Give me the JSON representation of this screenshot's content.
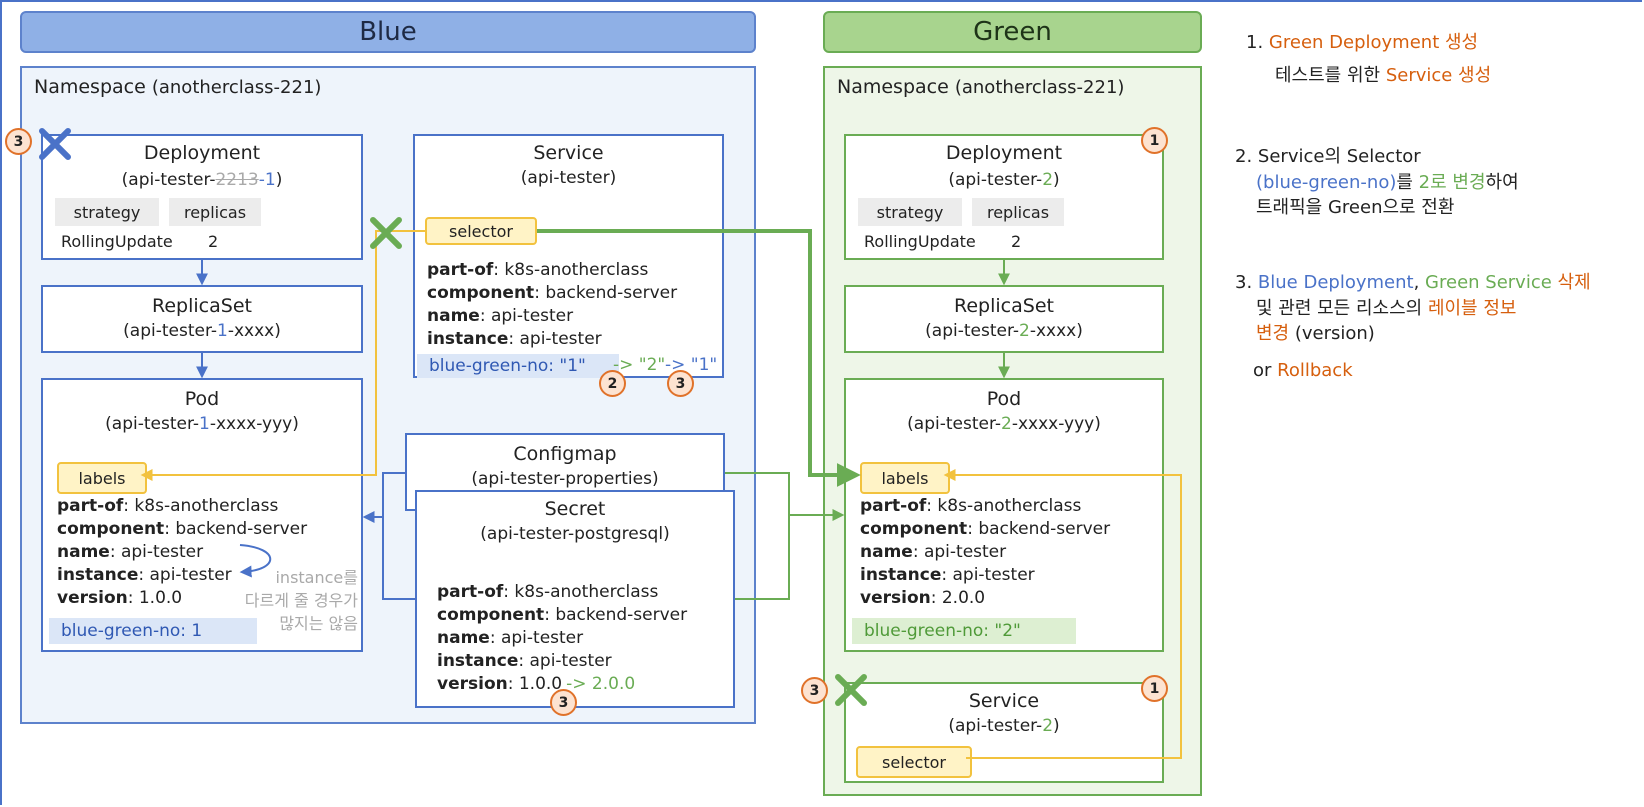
{
  "headers": {
    "blue": "Blue",
    "green": "Green"
  },
  "namespace": {
    "label": "Namespace",
    "name": "(anotherclass-221)"
  },
  "blue": {
    "deployment": {
      "title": "Deployment",
      "name_prefix": "(api-tester-",
      "name_old": "2213",
      "name_new": "-1",
      "name_suffix": ")",
      "strategy_label": "strategy",
      "replicas_label": "replicas",
      "strategy_value": "RollingUpdate",
      "replicas_value": "2"
    },
    "replicaset": {
      "title": "ReplicaSet",
      "name_prefix": "(api-tester-",
      "name_num": "1",
      "name_suffix": "-xxxx)"
    },
    "pod": {
      "title": "Pod",
      "name_prefix": "(api-tester-",
      "name_num": "1",
      "name_suffix": "-xxxx-yyy)",
      "labels_tag": "labels",
      "kv": [
        {
          "k": "part-of",
          "v": ": k8s-anotherclass"
        },
        {
          "k": "component",
          "v": ": backend-server"
        },
        {
          "k": "name",
          "v": ": api-tester"
        },
        {
          "k": "instance",
          "v": ": api-tester"
        },
        {
          "k": "version",
          "v": ": 1.0.0"
        }
      ],
      "blue_green": "blue-green-no:  1",
      "note_lines": [
        "instance를",
        "다르게 줄 경우가",
        "많지는 않음"
      ]
    },
    "service": {
      "title": "Service",
      "name": "(api-tester)",
      "selector_tag": "selector",
      "kv": [
        {
          "k": "part-of",
          "v": ": k8s-anotherclass"
        },
        {
          "k": "component",
          "v": ": backend-server"
        },
        {
          "k": "name",
          "v": ": api-tester"
        },
        {
          "k": "instance",
          "v": ": api-tester"
        }
      ],
      "blue_green": "blue-green-no: \"1\"",
      "change_to_2": "-> \"2\"",
      "change_to_1": "-> \"1\""
    },
    "configmap": {
      "title": "Configmap",
      "name": "(api-tester-properties)"
    },
    "secret": {
      "title": "Secret",
      "name": "(api-tester-postgresql)",
      "kv": [
        {
          "k": "part-of",
          "v": ": k8s-anotherclass"
        },
        {
          "k": "component",
          "v": ": backend-server"
        },
        {
          "k": "name",
          "v": ": api-tester"
        },
        {
          "k": "instance",
          "v": ": api-tester"
        },
        {
          "k": "version",
          "v": ": 1.0.0"
        }
      ],
      "version_change": "-> 2.0.0"
    }
  },
  "green": {
    "deployment": {
      "title": "Deployment",
      "name_prefix": "(api-tester-",
      "name_num": "2",
      "name_suffix": ")",
      "strategy_label": "strategy",
      "replicas_label": "replicas",
      "strategy_value": "RollingUpdate",
      "replicas_value": "2"
    },
    "replicaset": {
      "title": "ReplicaSet",
      "name_prefix": "(api-tester-",
      "name_num": "2",
      "name_suffix": "-xxxx)"
    },
    "pod": {
      "title": "Pod",
      "name_prefix": "(api-tester-",
      "name_num": "2",
      "name_suffix": "-xxxx-yyy)",
      "labels_tag": "labels",
      "kv": [
        {
          "k": "part-of",
          "v": ": k8s-anotherclass"
        },
        {
          "k": "component",
          "v": ": backend-server"
        },
        {
          "k": "name",
          "v": ": api-tester"
        },
        {
          "k": "instance",
          "v": ": api-tester"
        },
        {
          "k": "version",
          "v": ": 2.0.0"
        }
      ],
      "blue_green": "blue-green-no:  \"2\""
    },
    "service": {
      "title": "Service",
      "name_prefix": "(api-tester-",
      "name_num": "2",
      "name_suffix": ")",
      "selector_tag": "selector"
    }
  },
  "step_marks": {
    "one": "1",
    "two": "2",
    "three": "3"
  },
  "steps": {
    "s1": {
      "num": "1.",
      "line1": "Green Deployment 생성",
      "line2_a": "테스트를 위한 ",
      "line2_b": "Service 생성"
    },
    "s2": {
      "num": "2.",
      "line1": "Service의 Selector",
      "line2_a": "(blue-green-no)",
      "line2_b": "를 ",
      "line2_c": "2로 변경",
      "line2_d": "하여",
      "line3": "트래픽을 Green으로 전환"
    },
    "s3": {
      "num": "3.",
      "a": "Blue",
      "b": " Deployment",
      "c": ", ",
      "d": "Green",
      "e": " Service",
      "f": " 삭제",
      "line2_a": "및 관련 모든 리소스의 ",
      "line2_b": "레이블 정보",
      "line3_a": "변경",
      "line3_b": " (version)",
      "or": "or ",
      "rollback": "Rollback"
    }
  },
  "colors": {
    "blue": "#4a72c8",
    "green": "#6aac54",
    "orange": "#d65f0e",
    "yellow": "#f2c23e"
  }
}
